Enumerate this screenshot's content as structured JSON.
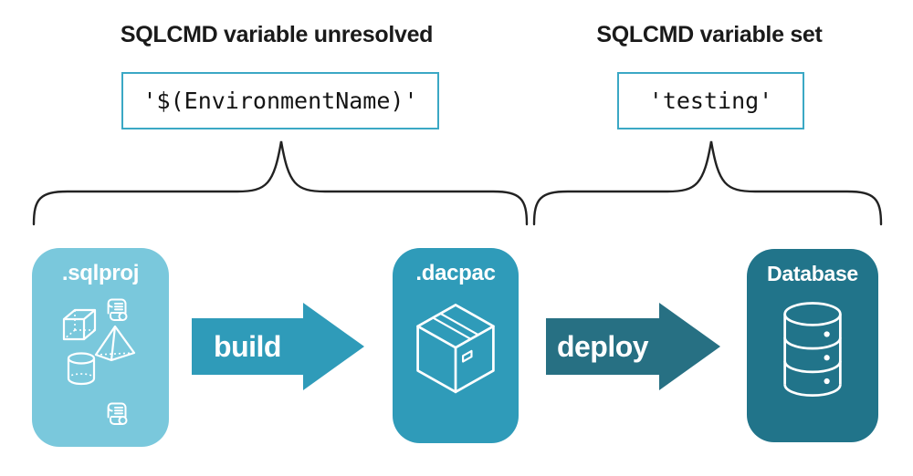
{
  "annotations": {
    "left": {
      "heading": "SQLCMD variable unresolved",
      "code": "'$(EnvironmentName)'"
    },
    "right": {
      "heading": "SQLCMD variable set",
      "code": "'testing'"
    }
  },
  "pipeline": {
    "nodes": [
      {
        "id": "sqlproj",
        "label": ".sqlproj",
        "color": "#7AC8DC",
        "icon": "sql-objects-icon"
      },
      {
        "id": "dacpac",
        "label": ".dacpac",
        "color": "#2F9BB9",
        "icon": "package-box-icon"
      },
      {
        "id": "database",
        "label": "Database",
        "color": "#21748A",
        "icon": "database-cylinder-icon"
      }
    ],
    "arrows": [
      {
        "id": "build",
        "label": "build",
        "color": "#2F9BB9"
      },
      {
        "id": "deploy",
        "label": "deploy",
        "color": "#277083"
      }
    ]
  },
  "colors": {
    "background": "#FFFFFF",
    "heading_text": "#1A1A1A",
    "code_text": "#141414",
    "code_box_border": "#3BA8C5",
    "brace": "#222222",
    "node_label_text": "#FFFFFF",
    "icon_stroke": "#FFFFFF"
  }
}
